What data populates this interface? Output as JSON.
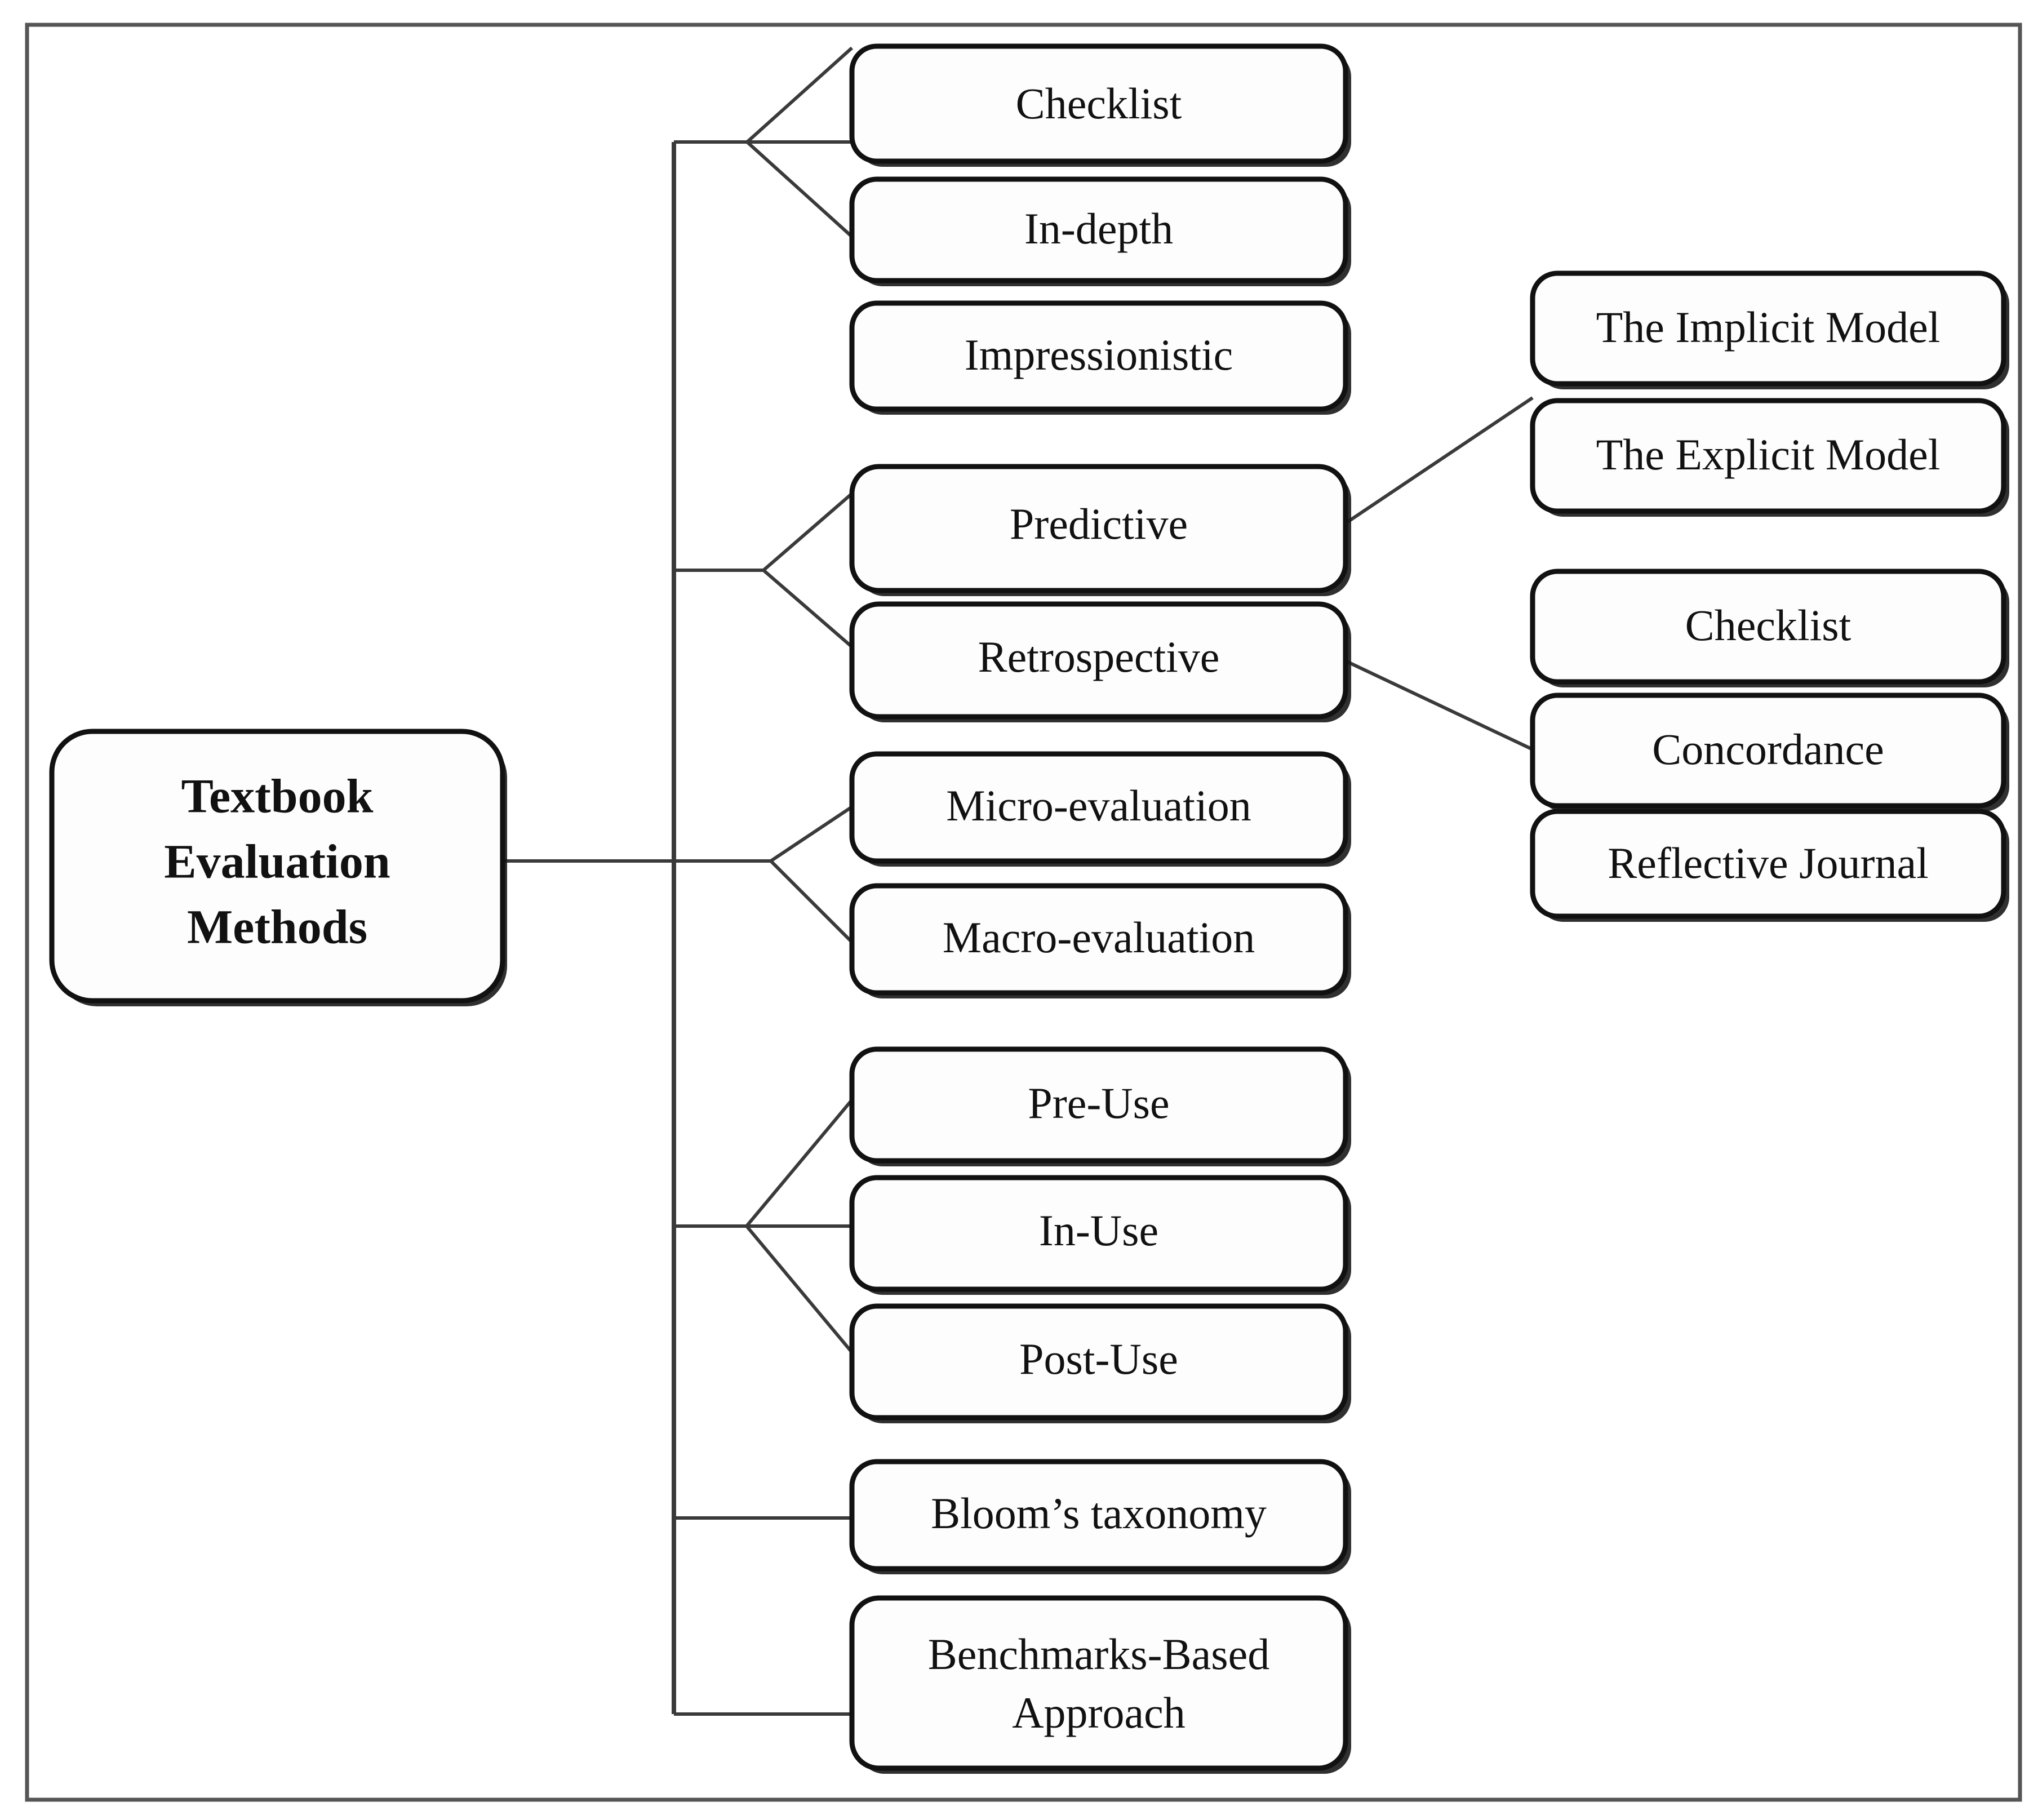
{
  "figure": {
    "kind": "hierarchy-tree-diagram",
    "orientation": "left-to-right",
    "border_color": "#555555",
    "box_stroke_color": "#111111",
    "connector_color": "#3a3a3a",
    "background_color": "#ffffff",
    "text_color": "#111111"
  },
  "root": {
    "label_lines": [
      "Textbook",
      "Evaluation",
      "Methods"
    ],
    "line1": "Textbook",
    "line2": "Evaluation",
    "line3": "Methods"
  },
  "branches": [
    {
      "id": "group-approach-style",
      "children": [
        {
          "id": "checklist-1",
          "label": "Checklist"
        },
        {
          "id": "in-depth",
          "label": "In-depth"
        },
        {
          "id": "impressionistic",
          "label": "Impressionistic"
        }
      ]
    },
    {
      "id": "group-timing-orientation",
      "children": [
        {
          "id": "predictive",
          "label": "Predictive",
          "children": [
            {
              "id": "implicit-model",
              "label": "The Implicit Model"
            },
            {
              "id": "explicit-model",
              "label": "The Explicit Model"
            }
          ]
        },
        {
          "id": "retrospective",
          "label": "Retrospective",
          "children": [
            {
              "id": "checklist-2",
              "label": "Checklist"
            },
            {
              "id": "concordance",
              "label": "Concordance"
            },
            {
              "id": "reflective-journal",
              "label": "Reflective Journal"
            }
          ]
        }
      ]
    },
    {
      "id": "group-scope",
      "children": [
        {
          "id": "micro-evaluation",
          "label": "Micro-evaluation"
        },
        {
          "id": "macro-evaluation",
          "label": "Macro-evaluation"
        }
      ]
    },
    {
      "id": "group-use-phase",
      "children": [
        {
          "id": "pre-use",
          "label": "Pre-Use"
        },
        {
          "id": "in-use",
          "label": "In-Use"
        },
        {
          "id": "post-use",
          "label": "Post-Use"
        }
      ]
    },
    {
      "id": "group-blooms",
      "children": [
        {
          "id": "blooms-taxonomy",
          "label": "Bloom’s taxonomy"
        }
      ]
    },
    {
      "id": "group-benchmarks",
      "children": [
        {
          "id": "benchmarks-based-approach",
          "label_lines": [
            "Benchmarks-Based",
            "Approach"
          ],
          "line1": "Benchmarks-Based",
          "line2": "Approach"
        }
      ]
    }
  ],
  "nodes_flat": {
    "checklist_1": "Checklist",
    "in_depth": "In-depth",
    "impressionistic": "Impressionistic",
    "predictive": "Predictive",
    "retrospective": "Retrospective",
    "implicit_model": "The Implicit Model",
    "explicit_model": "The Explicit Model",
    "checklist_2": "Checklist",
    "concordance": "Concordance",
    "reflective_journal": "Reflective Journal",
    "micro_evaluation": "Micro-evaluation",
    "macro_evaluation": "Macro-evaluation",
    "pre_use": "Pre-Use",
    "in_use": "In-Use",
    "post_use": "Post-Use",
    "blooms_taxonomy": "Bloom’s taxonomy",
    "benchmarks_line1": "Benchmarks-Based",
    "benchmarks_line2": "Approach"
  }
}
